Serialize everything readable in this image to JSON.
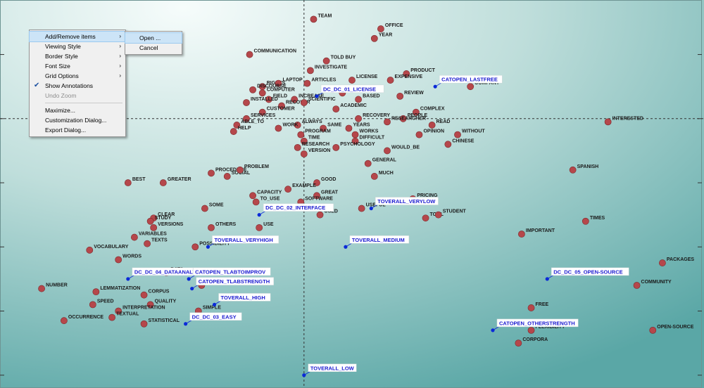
{
  "context_menu": {
    "items": [
      {
        "label": "Add/Remove items",
        "submenu": true,
        "highlighted": true
      },
      {
        "label": "Viewing Style",
        "submenu": true
      },
      {
        "label": "Border Style",
        "submenu": true
      },
      {
        "label": "Font Size",
        "submenu": true
      },
      {
        "label": "Grid Options",
        "submenu": true
      },
      {
        "label": "Show Annotations",
        "checked": true
      },
      {
        "label": "Undo Zoom",
        "disabled": true
      },
      {
        "separator": true
      },
      {
        "label": "Maximize..."
      },
      {
        "label": "Customization Dialog..."
      },
      {
        "label": "Export Dialog..."
      }
    ],
    "submenu_items": [
      "Open ...",
      "Cancel"
    ]
  },
  "colors": {
    "bg_light": "#f6fcfb",
    "bg_dark": "#5aa7a6",
    "point": "#b5474b",
    "point_border": "#7d2a2d",
    "annotation": "#1a1ad0",
    "annotation_point": "#0a2ad8"
  },
  "chart_data": {
    "type": "scatter",
    "grid": "dashed crosshair at origin",
    "points": [
      {
        "label": "TEAM",
        "x": 0.3,
        "y": 3.1
      },
      {
        "label": "OFFICE",
        "x": 2.4,
        "y": 2.8
      },
      {
        "label": "YEAR",
        "x": 2.2,
        "y": 2.5
      },
      {
        "label": "COMMUNICATION",
        "x": -1.7,
        "y": 2.0
      },
      {
        "label": "TOLD BUY",
        "x": 0.7,
        "y": 1.8
      },
      {
        "label": "INVESTIGATE",
        "x": 0.2,
        "y": 1.5
      },
      {
        "label": "PRODUCT",
        "x": 3.2,
        "y": 1.4
      },
      {
        "label": "LICENSE",
        "x": 1.5,
        "y": 1.2
      },
      {
        "label": "EXPENSIVE",
        "x": 2.7,
        "y": 1.2
      },
      {
        "label": "COMPANY",
        "x": 5.2,
        "y": 1.0
      },
      {
        "label": "ARTICLES",
        "x": 0.1,
        "y": 1.1
      },
      {
        "label": "RIGHTS",
        "x": -1.3,
        "y": 1.0
      },
      {
        "label": "LAPTOP",
        "x": -0.8,
        "y": 1.1
      },
      {
        "label": "DISCOURSE",
        "x": -1.6,
        "y": 0.9
      },
      {
        "label": "COMPUTER",
        "x": -1.3,
        "y": 0.8
      },
      {
        "label": "INCREASE",
        "x": -0.3,
        "y": 0.6
      },
      {
        "label": "FIELD",
        "x": -1.1,
        "y": 0.6
      },
      {
        "label": "POINT",
        "x": 1.2,
        "y": 0.8
      },
      {
        "label": "REVIEW",
        "x": 3.0,
        "y": 0.7
      },
      {
        "label": "INSTALLED",
        "x": -1.8,
        "y": 0.5
      },
      {
        "label": "RECOVER",
        "x": -0.7,
        "y": 0.4
      },
      {
        "label": "SCIENTIFIC",
        "x": 0.0,
        "y": 0.5
      },
      {
        "label": "BASED",
        "x": 1.7,
        "y": 0.6
      },
      {
        "label": "ACADEMIC",
        "x": 1.0,
        "y": 0.3
      },
      {
        "label": "CUSTOMER",
        "x": -1.3,
        "y": 0.2
      },
      {
        "label": "COMPLEX",
        "x": 3.5,
        "y": 0.2
      },
      {
        "label": "SERVICES",
        "x": -1.8,
        "y": 0.0
      },
      {
        "label": "RECOVERY",
        "x": 1.7,
        "y": 0.0
      },
      {
        "label": "PEOPLE",
        "x": 3.1,
        "y": 0.0
      },
      {
        "label": "INTERESTED",
        "x": 9.5,
        "y": -0.1
      },
      {
        "label": "ABLE_TO",
        "x": -2.1,
        "y": -0.2
      },
      {
        "label": "ALWAYS",
        "x": -0.2,
        "y": -0.2
      },
      {
        "label": "RESEARCHER",
        "x": 2.6,
        "y": -0.1
      },
      {
        "label": "READ",
        "x": 4.0,
        "y": -0.2
      },
      {
        "label": "WORK",
        "x": -0.8,
        "y": -0.3
      },
      {
        "label": "SAME",
        "x": 0.6,
        "y": -0.3
      },
      {
        "label": "YEARS",
        "x": 1.4,
        "y": -0.3
      },
      {
        "label": "HELP",
        "x": -2.2,
        "y": -0.4
      },
      {
        "label": "PROGRAM",
        "x": -0.1,
        "y": -0.5
      },
      {
        "label": "WORKS",
        "x": 1.6,
        "y": -0.5
      },
      {
        "label": "OPINION",
        "x": 3.6,
        "y": -0.5
      },
      {
        "label": "WITHOUT",
        "x": 4.8,
        "y": -0.5
      },
      {
        "label": "TIME",
        "x": 0.0,
        "y": -0.7
      },
      {
        "label": "DIFFICULT",
        "x": 1.6,
        "y": -0.7
      },
      {
        "label": "CHINESE",
        "x": 4.5,
        "y": -0.8
      },
      {
        "label": "RESEARCH",
        "x": -0.2,
        "y": -0.9
      },
      {
        "label": "PSYCHOLOGY",
        "x": 1.0,
        "y": -0.9
      },
      {
        "label": "WOULD_BE",
        "x": 2.6,
        "y": -1.0
      },
      {
        "label": "VERSION",
        "x": 0.0,
        "y": -1.1
      },
      {
        "label": "GENERAL",
        "x": 2.0,
        "y": -1.4
      },
      {
        "label": "SPANISH",
        "x": 8.4,
        "y": -1.6
      },
      {
        "label": "PROCEDURE",
        "x": -2.9,
        "y": -1.7
      },
      {
        "label": "SOCIAL",
        "x": -2.4,
        "y": -1.8
      },
      {
        "label": "PROBLEM",
        "x": -2.0,
        "y": -1.6
      },
      {
        "label": "MUCH",
        "x": 2.2,
        "y": -1.8
      },
      {
        "label": "BEST",
        "x": -5.5,
        "y": -2.0
      },
      {
        "label": "GREATER",
        "x": -4.4,
        "y": -2.0
      },
      {
        "label": "GOOD",
        "x": 0.4,
        "y": -2.0
      },
      {
        "label": "EXAMPLE",
        "x": -0.5,
        "y": -2.2
      },
      {
        "label": "CAPACITY",
        "x": -1.6,
        "y": -2.4
      },
      {
        "label": "GREAT",
        "x": 0.4,
        "y": -2.4
      },
      {
        "label": "PRICING",
        "x": 3.4,
        "y": -2.5
      },
      {
        "label": "TO_USE",
        "x": -1.5,
        "y": -2.6
      },
      {
        "label": "SOFTWARE",
        "x": -0.1,
        "y": -2.6
      },
      {
        "label": "SOME",
        "x": -3.1,
        "y": -2.8
      },
      {
        "label": "USEFUL",
        "x": 1.8,
        "y": -2.8
      },
      {
        "label": "USED",
        "x": 0.5,
        "y": -3.0
      },
      {
        "label": "TOOL",
        "x": 3.8,
        "y": -3.1
      },
      {
        "label": "STUDENT",
        "x": 4.2,
        "y": -3.0
      },
      {
        "label": "CLEAR",
        "x": -4.7,
        "y": -3.1
      },
      {
        "label": "STUDY",
        "x": -4.8,
        "y": -3.2
      },
      {
        "label": "TIMES",
        "x": 8.8,
        "y": -3.2
      },
      {
        "label": "VERSIONS",
        "x": -4.7,
        "y": -3.4
      },
      {
        "label": "OTHERS",
        "x": -2.9,
        "y": -3.4
      },
      {
        "label": "USE",
        "x": -1.4,
        "y": -3.4
      },
      {
        "label": "IMPORTANT",
        "x": 6.8,
        "y": -3.6
      },
      {
        "label": "VARIABLES",
        "x": -5.3,
        "y": -3.7
      },
      {
        "label": "TEXTS",
        "x": -4.9,
        "y": -3.9
      },
      {
        "label": "POSSIBILITY",
        "x": -3.4,
        "y": -4.0
      },
      {
        "label": "VOCABULARY",
        "x": -6.7,
        "y": -4.1
      },
      {
        "label": "WORDS",
        "x": -5.8,
        "y": -4.4
      },
      {
        "label": "PACKAGES",
        "x": 11.2,
        "y": -4.5
      },
      {
        "label": "DATA",
        "x": -4.3,
        "y": -4.8
      },
      {
        "label": "NUMBER",
        "x": -8.2,
        "y": -5.3
      },
      {
        "label": "GRAPHIC",
        "x": -3.2,
        "y": -5.2
      },
      {
        "label": "COMMUNITY",
        "x": 10.4,
        "y": -5.2
      },
      {
        "label": "LEMMATIZATION",
        "x": -6.5,
        "y": -5.4
      },
      {
        "label": "CORPUS",
        "x": -5.0,
        "y": -5.5
      },
      {
        "label": "SPEED",
        "x": -6.6,
        "y": -5.8
      },
      {
        "label": "QUALITY",
        "x": -4.8,
        "y": -5.8
      },
      {
        "label": "FREE",
        "x": 7.1,
        "y": -5.9
      },
      {
        "label": "INTERPRETATION",
        "x": -5.8,
        "y": -6.0
      },
      {
        "label": "SIMPLE",
        "x": -3.3,
        "y": -6.0
      },
      {
        "label": "TEXTUAL",
        "x": -6.0,
        "y": -6.2
      },
      {
        "label": "OCCURRENCE",
        "x": -7.5,
        "y": -6.3
      },
      {
        "label": "STATISTICAL",
        "x": -5.0,
        "y": -6.4
      },
      {
        "label": "OPEN-SOURCE",
        "x": 10.9,
        "y": -6.6
      },
      {
        "label": "FLEXIBILITY",
        "x": 7.1,
        "y": -6.6
      },
      {
        "label": "CORPORA",
        "x": 6.7,
        "y": -7.0
      }
    ],
    "annotations": [
      {
        "label": "DC_DC_01_LICENSE",
        "x": 0.4,
        "y": 0.7
      },
      {
        "label": "CATOPEN_LASTFREE",
        "x": 4.1,
        "y": 1.0
      },
      {
        "label": "TOVERALL_VERYLOW",
        "x": 2.1,
        "y": -2.8
      },
      {
        "label": "DC_DC_02_INTERFACE",
        "x": -1.4,
        "y": -3.0
      },
      {
        "label": "TOVERALL_VERYHIGH",
        "x": -3.0,
        "y": -4.0
      },
      {
        "label": "TOVERALL_MEDIUM",
        "x": 1.3,
        "y": -4.0
      },
      {
        "label": "DC_DC_05_OPEN-SOURCE",
        "x": 7.6,
        "y": -5.0
      },
      {
        "label": "DC_DC_04_DATAANALYSIS",
        "x": -5.5,
        "y": -5.0
      },
      {
        "label": "CATOPEN_TLABTOIMPROV",
        "x": -3.6,
        "y": -5.0
      },
      {
        "label": "CATOPEN_TLABSTRENGTH",
        "x": -3.5,
        "y": -5.3
      },
      {
        "label": "TOVERALL_HIGH",
        "x": -2.8,
        "y": -5.8
      },
      {
        "label": "DC_DC_03_EASY",
        "x": -3.7,
        "y": -6.4
      },
      {
        "label": "CATOPEN_OTHERSTRENGTH",
        "x": 5.9,
        "y": -6.6
      },
      {
        "label": "TOVERALL_LOW",
        "x": 0.0,
        "y": -8.0
      }
    ],
    "xlim": [
      -9.5,
      12.5
    ],
    "ylim": [
      -8.4,
      3.7
    ]
  }
}
